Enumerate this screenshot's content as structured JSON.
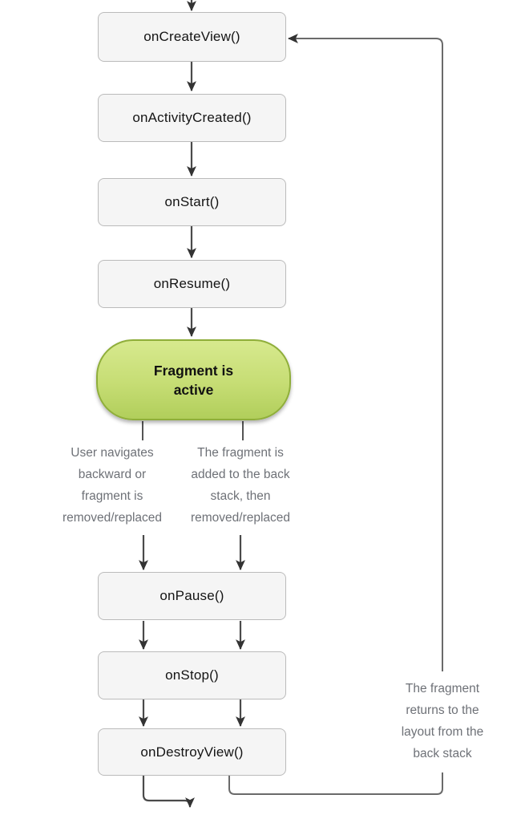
{
  "nodes": {
    "on_create_view": "onCreateView()",
    "on_activity_created": "onActivityCreated()",
    "on_start": "onStart()",
    "on_resume": "onResume()",
    "fragment_active_lines": [
      "Fragment is",
      "active"
    ],
    "on_pause": "onPause()",
    "on_stop": "onStop()",
    "on_destroy_view": "onDestroyView()"
  },
  "annotations": {
    "left_exit_lines": [
      "User navigates",
      "backward or",
      "fragment is",
      "removed/replaced"
    ],
    "right_exit_lines": [
      "The fragment is",
      "added to the back",
      "stack, then",
      "removed/replaced"
    ],
    "back_stack_return_lines": [
      "The fragment",
      "returns to the",
      "layout from the",
      "back stack"
    ]
  },
  "colors": {
    "canvas_background": "#ffffff",
    "state_box_fill": "#f5f5f5",
    "state_box_border": "#bbbbbb",
    "state_box_text": "#141414",
    "active_state_fill_top": "#d7e98e",
    "active_state_fill_bottom": "#b1ce5b",
    "active_state_border": "#8fae3a",
    "connector": "#4a4a4a",
    "loop_connector": "#6a6a6a",
    "arrowhead": "#333333",
    "annotation_text": "#6e7177"
  }
}
